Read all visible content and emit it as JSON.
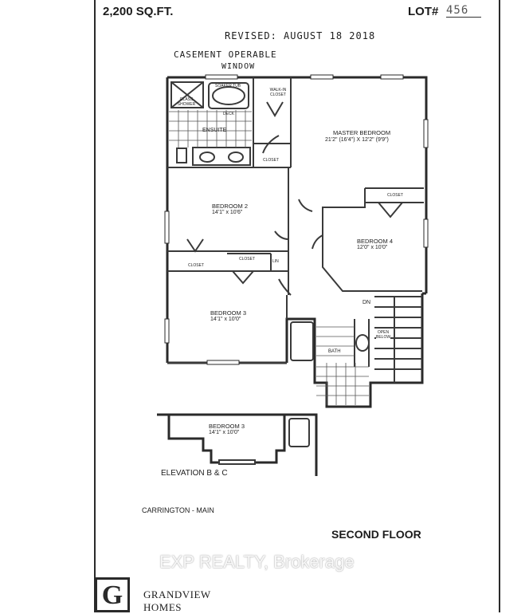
{
  "header": {
    "area": "2,200 SQ.FT.",
    "lot_label": "LOT#",
    "lot_number": "456"
  },
  "notes": {
    "revised": "REVISED: AUGUST 18 2018",
    "window_line1": "CASEMENT OPERABLE",
    "window_line2": "WINDOW"
  },
  "rooms": {
    "glass_shower": "GLASS SHOWER",
    "soaker_tub": "SOAKER TUB",
    "tub_deck": "DECK",
    "ensuite": "ENSUITE",
    "walk_in_closet": "WALK-IN CLOSET",
    "ensuite_closet": "CLOSET",
    "master_name": "MASTER BEDROOM",
    "master_size": "21'2\" (16'4\") X 12'2\" (9'9\")",
    "bed2_name": "BEDROOM 2",
    "bed2_size": "14'1\" x 10'6\"",
    "bed3_name": "BEDROOM 3",
    "bed3_size": "14'1\" x 10'0\"",
    "bed4_name": "BEDROOM 4",
    "bed4_size": "12'0\" x 10'0\"",
    "closet_bed4": "CLOSET",
    "closet_bed2": "CLOSET",
    "closet_hall": "CLOSET",
    "linen": "LIN",
    "bath": "BATH",
    "open_below": "OPEN BELOW",
    "stair_dn": "DN"
  },
  "elevation": {
    "room_name": "BEDROOM 3",
    "room_size": "14'1\" x 10'0\"",
    "label": "ELEVATION B & C"
  },
  "footer": {
    "model": "CARRINGTON - MAIN",
    "floor": "SECOND FLOOR",
    "watermark": "EXP REALTY, Brokerage",
    "logo_letter": "G",
    "brand_line1": "GRANDVIEW",
    "brand_line2": "HOMES"
  }
}
